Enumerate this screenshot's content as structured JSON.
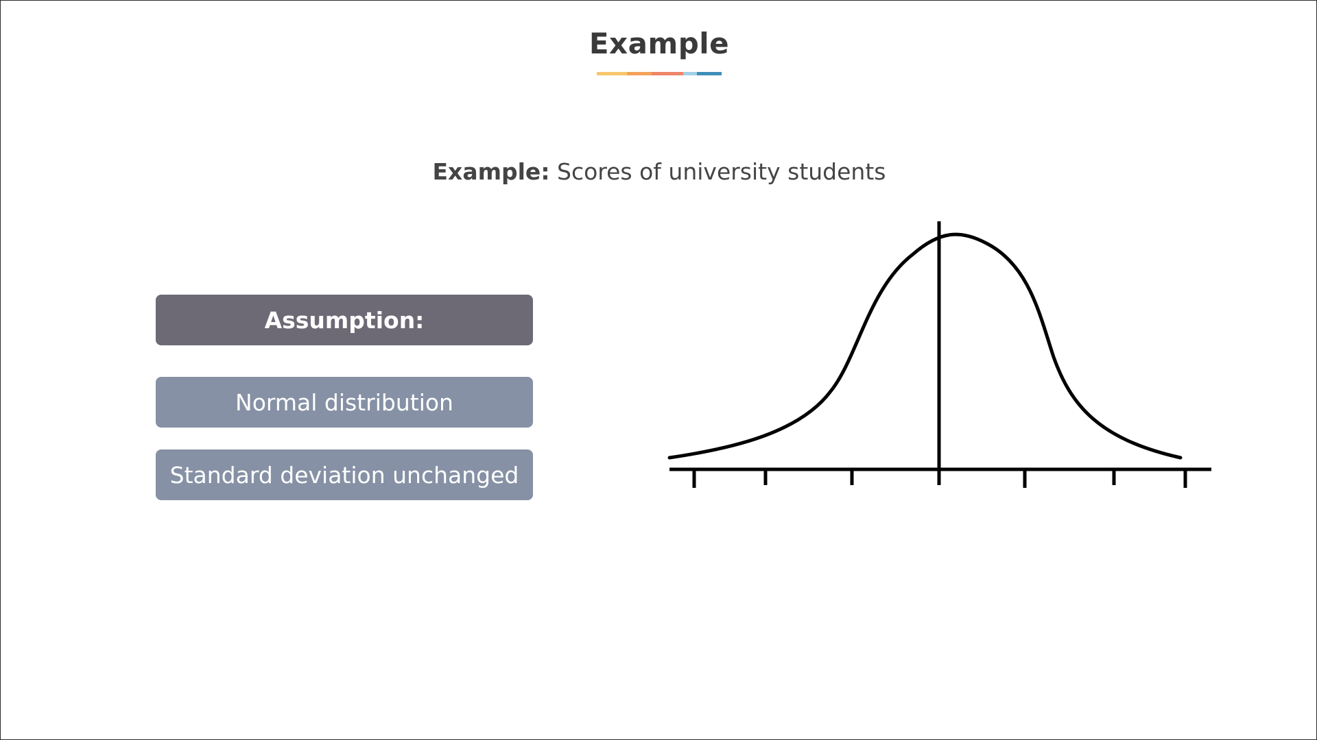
{
  "slide": {
    "title": "Example",
    "underline_colors": [
      "#f7c76b",
      "#f4a25a",
      "#ee8568",
      "#9fd0e6",
      "#3f8fb8"
    ],
    "subtitle_lead": "Example:",
    "subtitle_text": " Scores of university students"
  },
  "assumptions": {
    "header": "Assumption:",
    "header_color": "#6e6a75",
    "item_color": "#8691a5",
    "items": [
      "Normal distribution",
      "Standard deviation unchanged"
    ]
  },
  "diagram": {
    "curve_shape": "bell",
    "tick_count": 7,
    "has_center_line": true,
    "stroke_color": "#000000"
  }
}
